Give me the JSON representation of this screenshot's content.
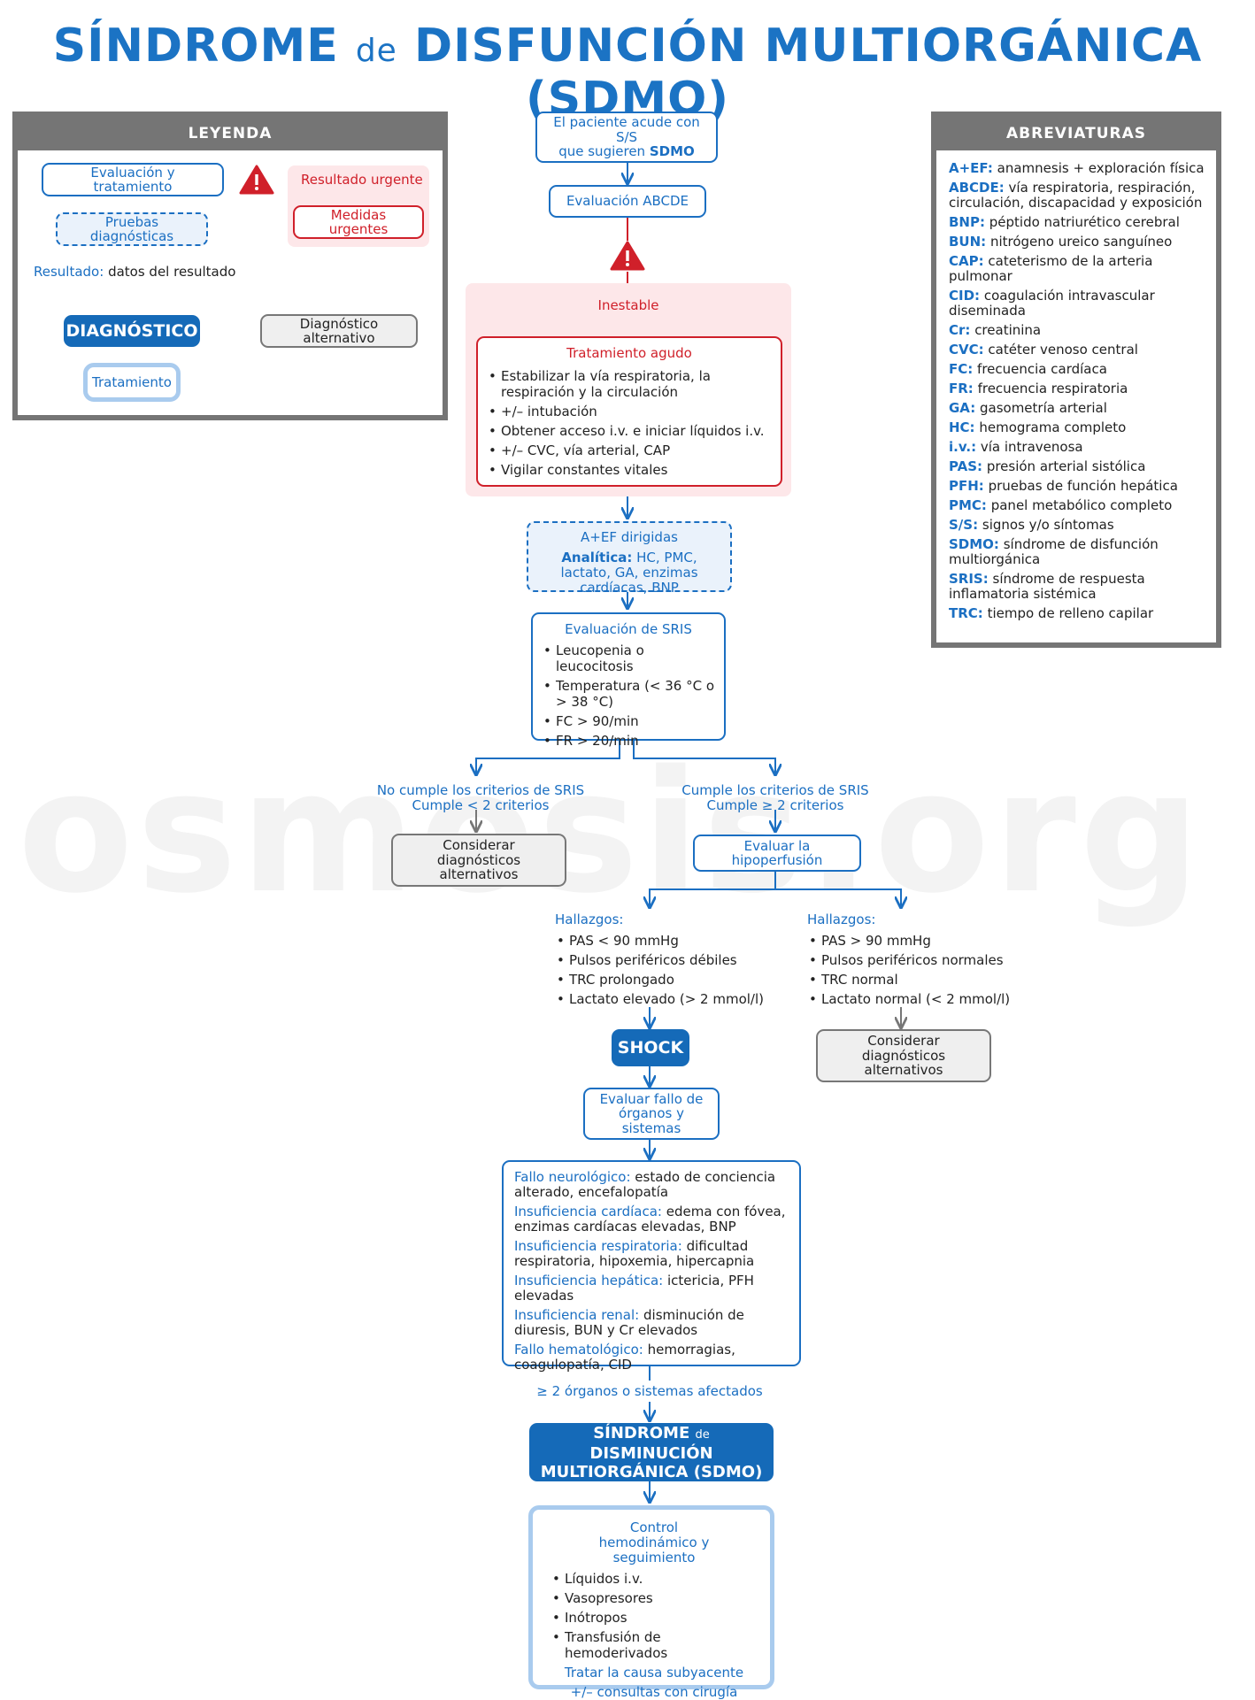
{
  "title": {
    "part1": "SÍNDROME",
    "part2": "de",
    "part3": "DISFUNCIÓN MULTIORGÁNICA (SDMO)"
  },
  "watermark": "osmosis.org",
  "legend": {
    "header": "LEYENDA",
    "eval": "Evaluación y tratamiento",
    "tests": "Pruebas diagnósticas",
    "result_label": "Resultado:",
    "result_text": "datos del resultado",
    "urgent_result": "Resultado urgente",
    "urgent_measures": "Medidas urgentes",
    "diagnosis": "DIAGNÓSTICO",
    "alt_diagnosis": "Diagnóstico alternativo",
    "treatment": "Tratamiento"
  },
  "abbreviations": {
    "header": "ABREVIATURAS",
    "items": [
      {
        "k": "A+EF:",
        "v": "anamnesis + exploración física"
      },
      {
        "k": "ABCDE:",
        "v": "vía respiratoria, respiración, circulación, discapacidad y exposición"
      },
      {
        "k": "BNP:",
        "v": "péptido natriurético cerebral"
      },
      {
        "k": "BUN:",
        "v": "nitrógeno ureico sanguíneo"
      },
      {
        "k": "CAP:",
        "v": "cateterismo de la arteria pulmonar"
      },
      {
        "k": "CID:",
        "v": "coagulación intravascular diseminada"
      },
      {
        "k": "Cr:",
        "v": "creatinina"
      },
      {
        "k": "CVC:",
        "v": "catéter venoso central"
      },
      {
        "k": "FC:",
        "v": "frecuencia cardíaca"
      },
      {
        "k": "FR:",
        "v": "frecuencia respiratoria"
      },
      {
        "k": "GA:",
        "v": "gasometría arterial"
      },
      {
        "k": "HC:",
        "v": "hemograma completo"
      },
      {
        "k": "i.v.:",
        "v": "vía intravenosa"
      },
      {
        "k": "PAS:",
        "v": "presión arterial sistólica"
      },
      {
        "k": "PFH:",
        "v": "pruebas de función hepática"
      },
      {
        "k": "PMC:",
        "v": "panel metabólico completo"
      },
      {
        "k": "S/S:",
        "v": "signos y/o síntomas"
      },
      {
        "k": "SDMO:",
        "v": "síndrome de disfunción multiorgánica"
      },
      {
        "k": "SRIS:",
        "v": "síndrome de respuesta inflamatoria sistémica"
      },
      {
        "k": "TRC:",
        "v": "tiempo de relleno capilar"
      }
    ]
  },
  "flow": {
    "start_a": "El paciente acude con S/S",
    "start_b": "que sugieren",
    "start_c": "SDMO",
    "abcde": "Evaluación ABCDE",
    "unstable": "Inestable",
    "acute_title": "Tratamiento agudo",
    "acute_items": [
      "Estabilizar la vía respiratoria, la respiración y la circulación",
      "+/– intubación",
      "Obtener acceso i.v. e iniciar líquidos i.v.",
      "+/– CVC, vía arterial, CAP",
      "Vigilar constantes vitales"
    ],
    "aef_title": "A+EF dirigidas",
    "aef_label": "Analítica:",
    "aef_text": "HC, PMC, lactato, GA, enzimas cardíacas, BNP",
    "sris_title": "Evaluación de SRIS",
    "sris_items": [
      "Leucopenia o leucocitosis",
      "Temperatura (< 36 °C o > 38 °C)",
      "FC > 90/min",
      "FR > 20/min"
    ],
    "no_sris_a": "No cumple los criterios de SRIS",
    "no_sris_b": "Cumple < 2 criterios",
    "yes_sris_a": "Cumple los criterios de SRIS",
    "yes_sris_b": "Cumple ≥ 2 criterios",
    "consider_alt": "Considerar diagnósticos alternativos",
    "eval_hypo": "Evaluar la hipoperfusión",
    "findings_label": "Hallazgos:",
    "findings_left": [
      "PAS < 90 mmHg",
      "Pulsos periféricos débiles",
      "TRC prolongado",
      "Lactato elevado (> 2 mmol/l)"
    ],
    "findings_right": [
      "PAS > 90 mmHg",
      "Pulsos periféricos normales",
      "TRC normal",
      "Lactato normal (< 2 mmol/l)"
    ],
    "consider_alt2": "Considerar diagnósticos alternativos",
    "shock": "SHOCK",
    "eval_organs": "Evaluar fallo de órganos y sistemas",
    "organs": [
      {
        "k": "Fallo neurológico:",
        "v": "estado de conciencia alterado, encefalopatía"
      },
      {
        "k": "Insuficiencia cardíaca:",
        "v": "edema con fóvea, enzimas cardíacas elevadas, BNP"
      },
      {
        "k": "Insuficiencia respiratoria:",
        "v": "dificultad respiratoria, hipoxemia, hipercapnia"
      },
      {
        "k": "Insuficiencia hepática:",
        "v": "ictericia, PFH elevadas"
      },
      {
        "k": "Insuficiencia renal:",
        "v": "disminución de diuresis, BUN y Cr elevados"
      },
      {
        "k": "Fallo hematológico:",
        "v": "hemorragias, coagulopatía, CID"
      }
    ],
    "two_organs": "≥ 2 órganos o sistemas afectados",
    "final_dx_a": "SÍNDROME",
    "final_dx_de": "de",
    "final_dx_b": "DISMINUCIÓN",
    "final_dx_c": "MULTIORGÁNICA (SDMO)",
    "control_title": "Control hemodinámico y seguimiento",
    "control_items": [
      "Líquidos i.v.",
      "Vasopresores",
      "Inótropos",
      "Transfusión de hemoderivados"
    ],
    "cause": "Tratar la causa subyacente",
    "surgery": "+/– consultas con cirugía"
  },
  "colors": {
    "blue": "#1b6fc2",
    "red": "#d0202a",
    "grey": "#757575",
    "dx_fill": "#156ab8"
  }
}
